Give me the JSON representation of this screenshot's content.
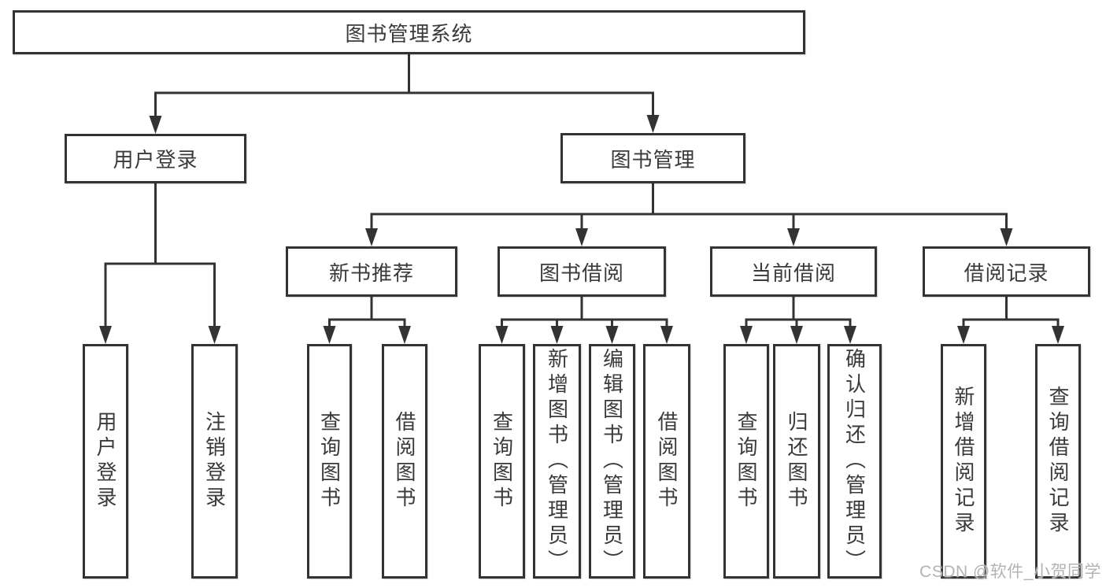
{
  "tree": {
    "root": "图书管理系统",
    "children": [
      {
        "label": "用户登录",
        "children": [
          "用户登录",
          "注销登录"
        ]
      },
      {
        "label": "图书管理",
        "children": [
          {
            "label": "新书推荐",
            "children": [
              "查询图书",
              "借阅图书"
            ]
          },
          {
            "label": "图书借阅",
            "children": [
              "查询图书",
              "新增图书（管理员）",
              "编辑图书（管理员）",
              "借阅图书"
            ]
          },
          {
            "label": "当前借阅",
            "children": [
              "查询图书",
              "归还图书",
              "确认归还（管理员）"
            ]
          },
          {
            "label": "借阅记录",
            "children": [
              "新增借阅记录",
              "查询借阅记录"
            ]
          }
        ]
      }
    ]
  },
  "watermark": "CSDN @软件_小贺同学",
  "colors": {
    "line": "#333333",
    "text": "#3a3a3a",
    "watermark": "#b3b3b3",
    "background": "#ffffff"
  }
}
